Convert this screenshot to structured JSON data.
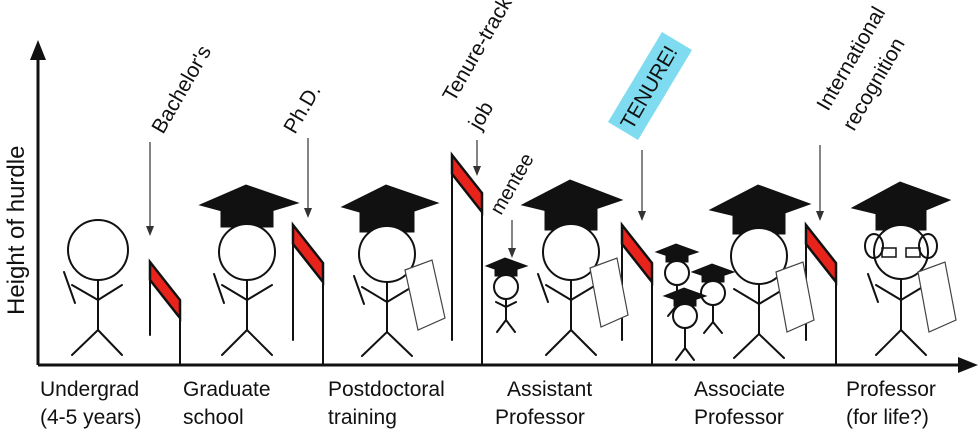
{
  "y_axis_label": "Height of hurdle",
  "stages": [
    {
      "line1": "Undergrad",
      "line2": "(4-5 years)"
    },
    {
      "line1": "Graduate",
      "line2": "school"
    },
    {
      "line1": "Postdoctoral",
      "line2": "training"
    },
    {
      "line1": "Assistant",
      "line2": "Professor"
    },
    {
      "line1": "Associate",
      "line2": "Professor"
    },
    {
      "line1": "Professor",
      "line2": "(for life?)"
    }
  ],
  "milestones": [
    {
      "line1": "Bachelor's",
      "line2": ""
    },
    {
      "line1": "Ph.D.",
      "line2": ""
    },
    {
      "line1": "Tenure-track",
      "line2": "job"
    },
    {
      "line1": "TENURE!",
      "line2": ""
    },
    {
      "line1": "International",
      "line2": "recognition"
    }
  ],
  "mentee_label": "mentee",
  "colors": {
    "flag": "#e8231c",
    "tenure_highlight": "#7fdcf0",
    "ink": "#111111"
  }
}
